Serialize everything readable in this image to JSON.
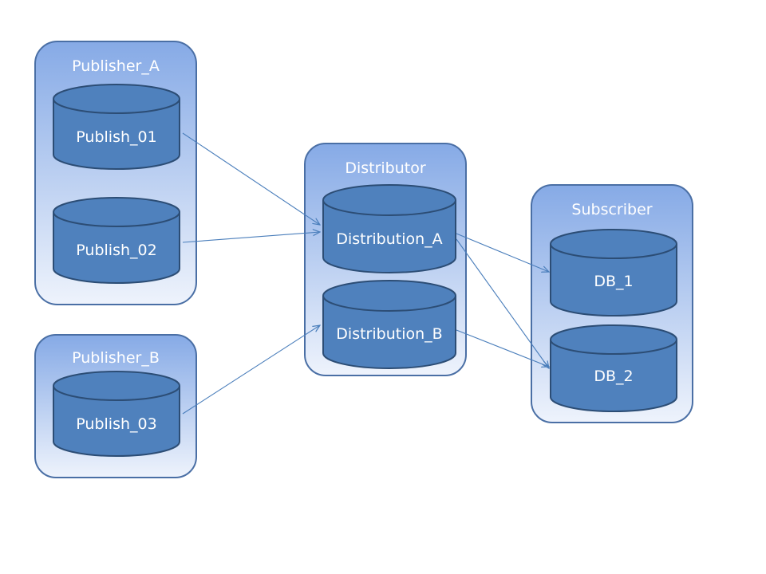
{
  "colors": {
    "group_fill_top": "#8aaee8",
    "group_fill_bottom": "#e9f0fb",
    "group_border": "#4a6fa5",
    "db_fill": "#4f81bd",
    "db_border": "#2c4d75",
    "arrow": "#4a7ebb",
    "label_text": "#ffffff"
  },
  "groups": {
    "publisher_a": {
      "label": "Publisher_A"
    },
    "publisher_b": {
      "label": "Publisher_B"
    },
    "distributor": {
      "label": "Distributor"
    },
    "subscriber": {
      "label": "Subscriber"
    }
  },
  "databases": {
    "publish_01": {
      "label": "Publish_01"
    },
    "publish_02": {
      "label": "Publish_02"
    },
    "publish_03": {
      "label": "Publish_03"
    },
    "distribution_a": {
      "label": "Distribution_A"
    },
    "distribution_b": {
      "label": "Distribution_B"
    },
    "db_1": {
      "label": "DB_1"
    },
    "db_2": {
      "label": "DB_2"
    }
  },
  "connections": [
    {
      "from": "Publish_01",
      "to": "Distribution_A"
    },
    {
      "from": "Publish_02",
      "to": "Distribution_A"
    },
    {
      "from": "Publish_03",
      "to": "Distribution_B"
    },
    {
      "from": "Distribution_A",
      "to": "DB_1"
    },
    {
      "from": "Distribution_A",
      "to": "DB_2"
    },
    {
      "from": "Distribution_B",
      "to": "DB_2"
    }
  ]
}
